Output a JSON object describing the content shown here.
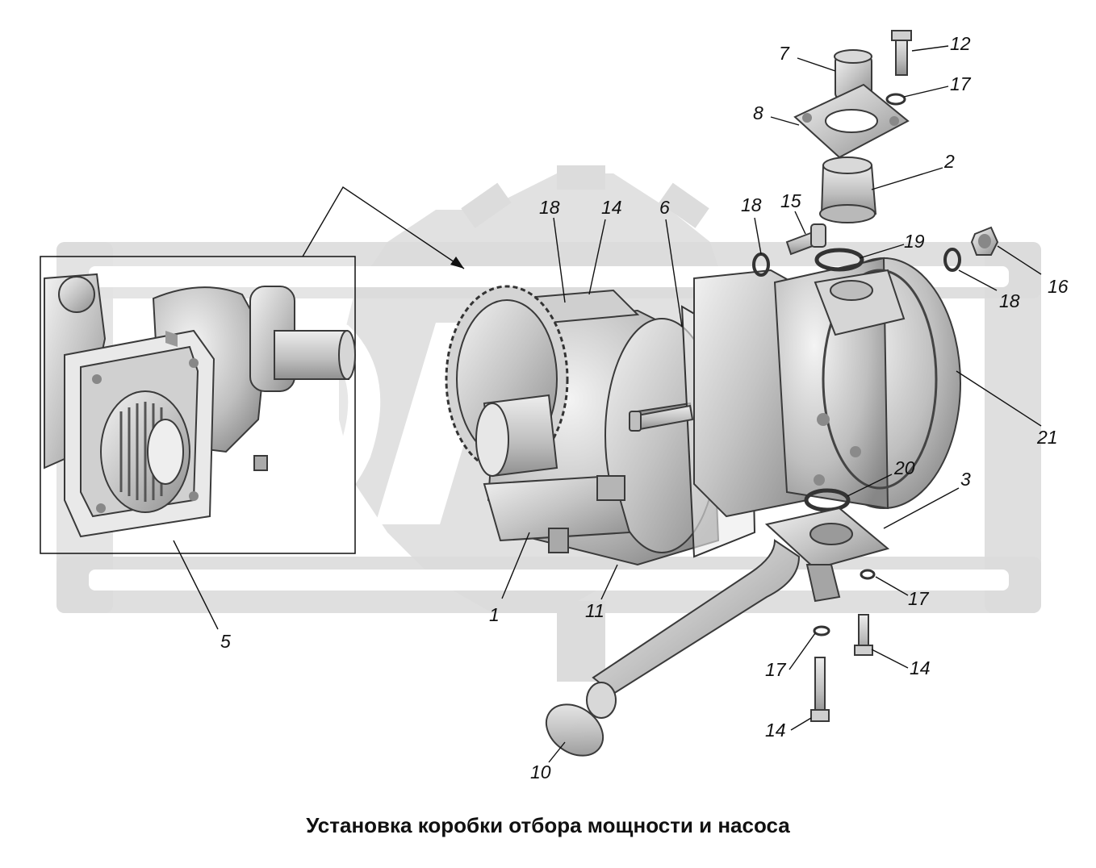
{
  "caption": "Установка коробки отбора мощности и насоса",
  "callouts": {
    "c1": "1",
    "c2": "2",
    "c3": "3",
    "c5": "5",
    "c6": "6",
    "c7": "7",
    "c8": "8",
    "c10": "10",
    "c11": "11",
    "c12": "12",
    "c14a": "14",
    "c14b": "14",
    "c14c": "14",
    "c15": "15",
    "c16": "16",
    "c17a": "17",
    "c17b": "17",
    "c17c": "17",
    "c18a": "18",
    "c18b": "18",
    "c18c": "18",
    "c19": "19",
    "c20": "20",
    "c21": "21"
  },
  "colors": {
    "watermark": "#d9d9d9",
    "metal_light": "#e2e2e2",
    "metal_mid": "#b9b9b9",
    "metal_dark": "#8a8a8a",
    "line": "#111111"
  }
}
